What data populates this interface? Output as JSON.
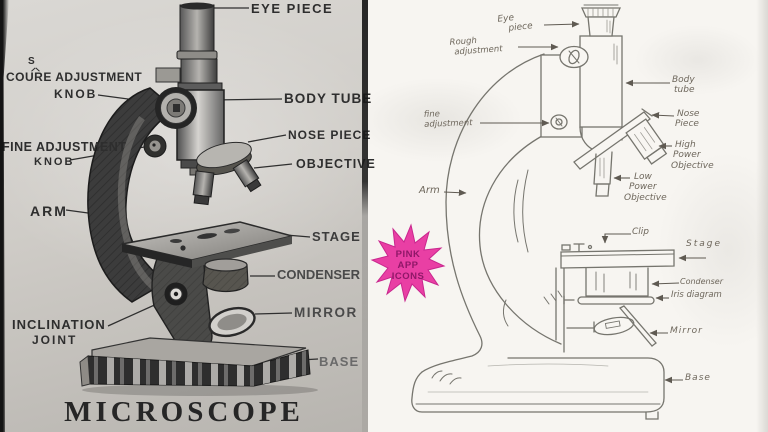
{
  "left_diagram": {
    "title": "MICROSCOPE",
    "labels": {
      "eye_piece": "EYE PIECE",
      "coarse_correction": "S",
      "coarse_line1": "COURE ADJUSTMENT",
      "coarse_line2": "KNOB",
      "body_tube": "BODY TUBE",
      "nose_piece": "NOSE PIECE",
      "fine_line1": "FINE ADJUSTMENT",
      "fine_line2": "KNOB",
      "objective": "OBJECTIVE",
      "arm": "ARM",
      "stage": "STAGE",
      "condenser": "CONDENSER",
      "mirror": "MIRROR",
      "inclination_line1": "INCLINATION",
      "inclination_line2": "JOINT",
      "base": "BASE"
    }
  },
  "right_diagram": {
    "labels": {
      "eye_piece": [
        "Eye",
        "piece"
      ],
      "rough_adjustment": [
        "Rough",
        "adjustment"
      ],
      "body_tube": [
        "Body",
        "tube"
      ],
      "fine_adjustment": [
        "fine",
        "adjustment"
      ],
      "nose_piece": [
        "Nose",
        "Piece"
      ],
      "high_power_objective": [
        "High",
        "Power",
        "Objective"
      ],
      "low_power_objective": [
        "Low",
        "Power",
        "Objective"
      ],
      "arm": "Arm",
      "clip": "Clip",
      "stage": "Stage",
      "condenser": "Condenser",
      "iris_diaphragm": "Iris diagram",
      "mirror": "Mirror",
      "base": "Base"
    }
  },
  "badge": {
    "lines": [
      "PINK",
      "APP",
      "ICONS"
    ],
    "fill": "#e93fa4",
    "text_color": "#8f1768"
  },
  "colors": {
    "left_paper": "#cfccc7",
    "right_paper": "#f7f5f1",
    "left_ink": "#2e2e2e",
    "right_ink": "#6e675c",
    "pencil_stroke": "#76756e"
  }
}
